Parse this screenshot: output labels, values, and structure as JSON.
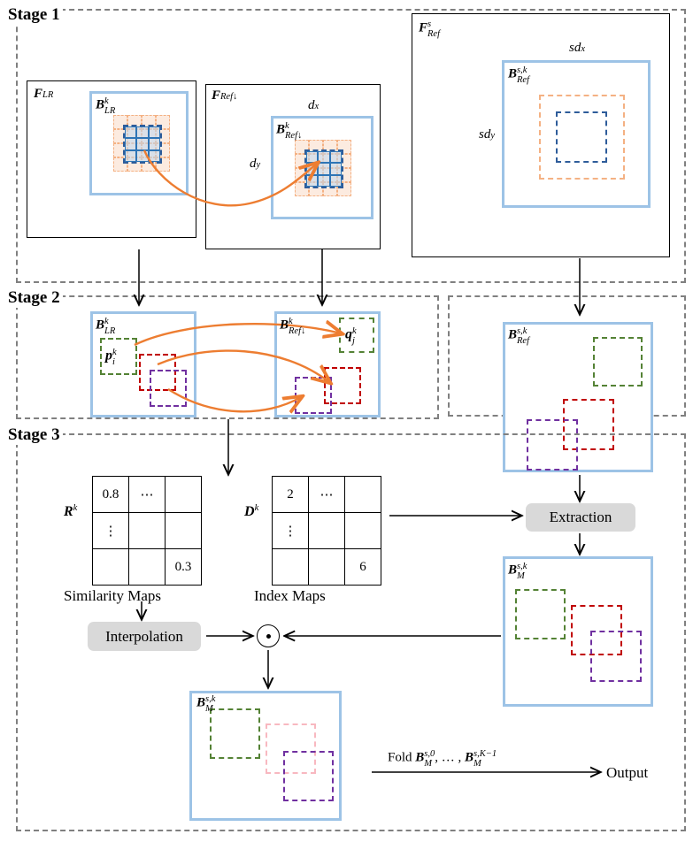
{
  "diagram": {
    "title": "Three-stage reference-based block matching and fusion pipeline",
    "colors": {
      "stage_border": "#808080",
      "block_blue": "#9DC3E6",
      "orange_patch": "#F4B183",
      "orange_arrow": "#ED7D31",
      "blue_dashed": "#2E5C9A",
      "green_dashed": "#548235",
      "red_dashed": "#C00000",
      "purple_dashed": "#7030A0",
      "pink_dashed": "#F8B8C0",
      "process_fill": "#D9D9D9",
      "black": "#000000"
    }
  },
  "stages": [
    {
      "id": "stage1",
      "label": "Stage 1"
    },
    {
      "id": "stage2",
      "label": "Stage 2"
    },
    {
      "id": "stage3",
      "label": "Stage 3"
    }
  ],
  "stage1": {
    "f_lr": {
      "label_main": "F",
      "label_sub": "LR"
    },
    "b_lr": {
      "label_main": "B",
      "label_sub": "LR",
      "label_sup": "k"
    },
    "f_ref_down": {
      "label_main": "F",
      "label_sub": "Ref↓"
    },
    "b_ref_down": {
      "label_main": "B",
      "label_sub": "Ref↓",
      "label_sup": "k"
    },
    "d_x": "d",
    "d_x_sub": "x",
    "d_y": "d",
    "d_y_sub": "y",
    "f_ref_s": {
      "label_main": "F",
      "label_sub": "Ref",
      "label_sup": "s"
    },
    "b_ref_sk": {
      "label_main": "B",
      "label_sub": "Ref",
      "label_sup": "s,k"
    },
    "sd_x": "sd",
    "sd_x_sub": "x",
    "sd_y": "sd",
    "sd_y_sub": "y"
  },
  "stage2": {
    "b_lr": {
      "label_main": "B",
      "label_sub": "LR",
      "label_sup": "k"
    },
    "b_ref_down": {
      "label_main": "B",
      "label_sub": "Ref↓",
      "label_sup": "k"
    },
    "p_i": {
      "label_main": "p",
      "label_sub": "i",
      "label_sup": "k"
    },
    "q_j": {
      "label_main": "q",
      "label_sub": "j",
      "label_sup": "k"
    },
    "b_ref_sk": {
      "label_main": "B",
      "label_sub": "Ref",
      "label_sup": "s,k"
    }
  },
  "stage3": {
    "similarity": {
      "symbol_main": "R",
      "symbol_sup": "k",
      "caption": "Similarity Maps",
      "cells": [
        [
          "0.8",
          "⋯",
          ""
        ],
        [
          "⋮",
          "",
          ""
        ],
        [
          "",
          "",
          "0.3"
        ]
      ]
    },
    "index": {
      "symbol_main": "D",
      "symbol_sup": "k",
      "caption": "Index Maps",
      "cells": [
        [
          "2",
          "⋯",
          ""
        ],
        [
          "⋮",
          "",
          ""
        ],
        [
          "",
          "",
          "6"
        ]
      ]
    },
    "extraction_label": "Extraction",
    "interpolation_label": "Interpolation",
    "multiply_icon": "circled-dot-operator",
    "b_m_sk_extracted": {
      "label_main": "B",
      "label_sub": "M",
      "label_sup": "s,k"
    },
    "b_m_sk_final": {
      "label_main": "B",
      "label_sub": "M",
      "label_sup": "s,k"
    },
    "fold": {
      "text_prefix": "Fold ",
      "first_main": "B",
      "first_sub": "M",
      "first_sup": "s,0",
      "middle": ", … , ",
      "last_main": "B",
      "last_sub": "M",
      "last_sup": "s,K−1"
    },
    "output_label": "Output"
  }
}
